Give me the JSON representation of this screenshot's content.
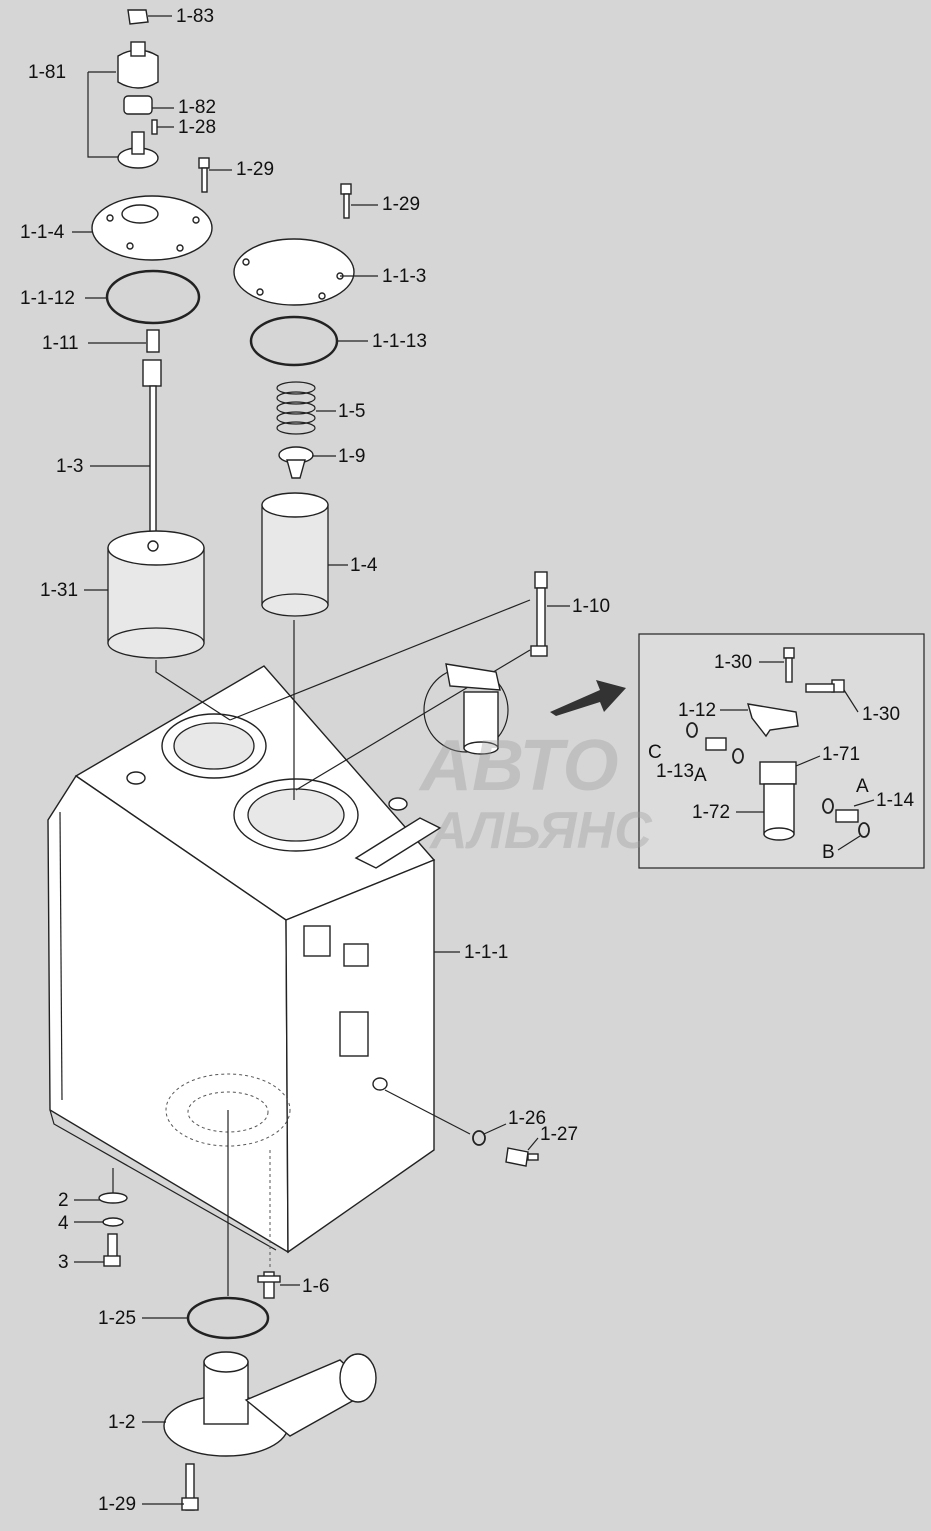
{
  "labels": {
    "l_1_83": "1-83",
    "l_1_81": "1-81",
    "l_1_82": "1-82",
    "l_1_28": "1-28",
    "l_1_29_a": "1-29",
    "l_1_29_b": "1-29",
    "l_1_1_4": "1-1-4",
    "l_1_1_3": "1-1-3",
    "l_1_1_12": "1-1-12",
    "l_1_1_13": "1-1-13",
    "l_1_11": "1-11",
    "l_1_5": "1-5",
    "l_1_9": "1-9",
    "l_1_3": "1-3",
    "l_1_31": "1-31",
    "l_1_4": "1-4",
    "l_1_10": "1-10",
    "l_1_30_a": "1-30",
    "l_1_30_b": "1-30",
    "l_1_12": "1-12",
    "l_c": "C",
    "l_1_71": "1-71",
    "l_1_13": "1-13",
    "l_a1": "A",
    "l_a2": "A",
    "l_1_14": "1-14",
    "l_1_72": "1-72",
    "l_b": "B",
    "l_1_1_1": "1-1-1",
    "l_1_26": "1-26",
    "l_1_27": "1-27",
    "l_2": "2",
    "l_4": "4",
    "l_3": "3",
    "l_1_6": "1-6",
    "l_1_25": "1-25",
    "l_1_2": "1-2",
    "l_1_29_c": "1-29"
  },
  "watermark": {
    "line1": "АВТО",
    "line2": "АЛЬЯНС"
  }
}
